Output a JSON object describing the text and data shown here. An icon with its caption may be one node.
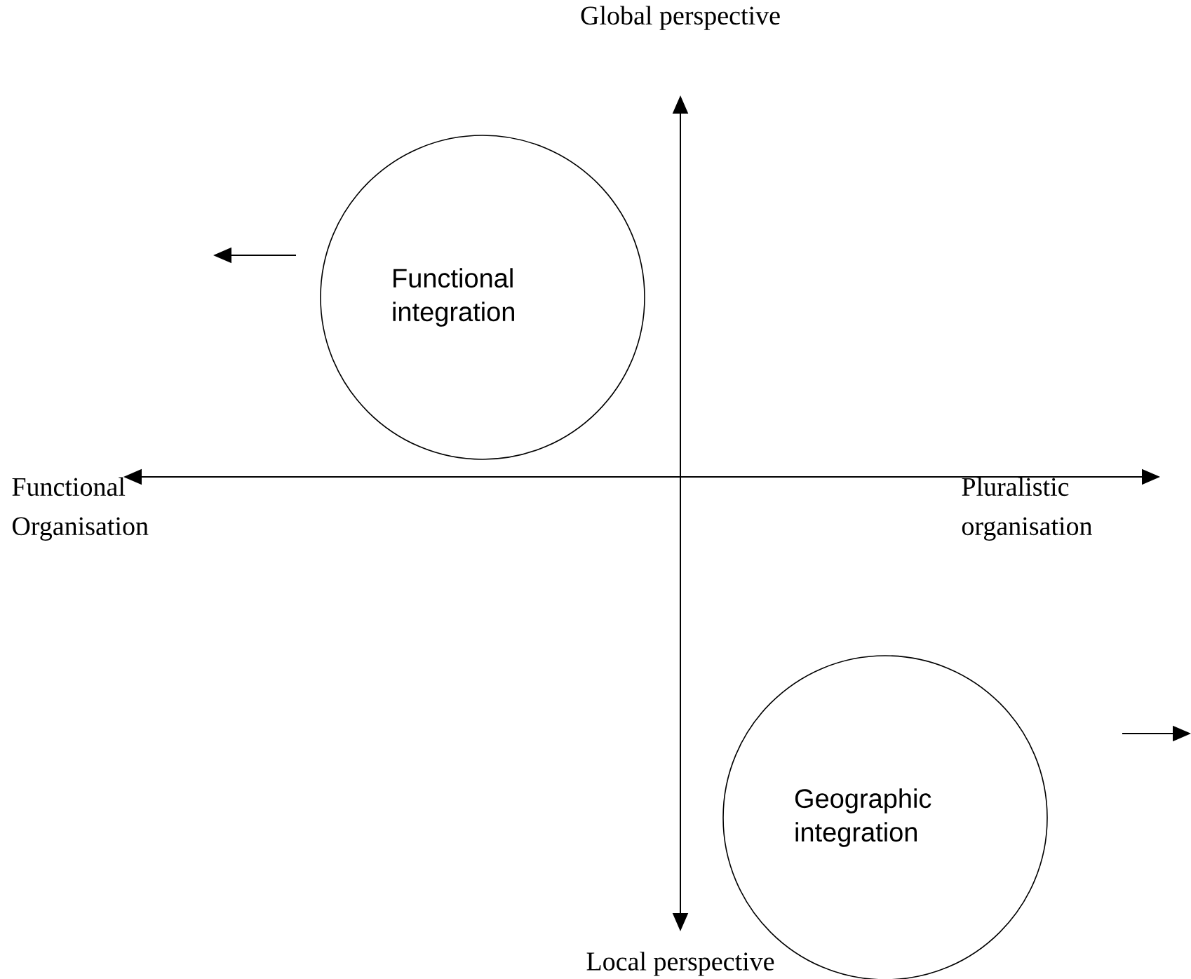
{
  "diagram": {
    "nodes": [
      {
        "text": [
          "Functional integration"
        ]
      },
      {
        "text": [
          "Geographic integration"
        ]
      }
    ],
    "labels": [
      "Global perspective",
      "Functional Organisation",
      "Pluralistic organisation",
      "Local perspective"
    ]
  }
}
